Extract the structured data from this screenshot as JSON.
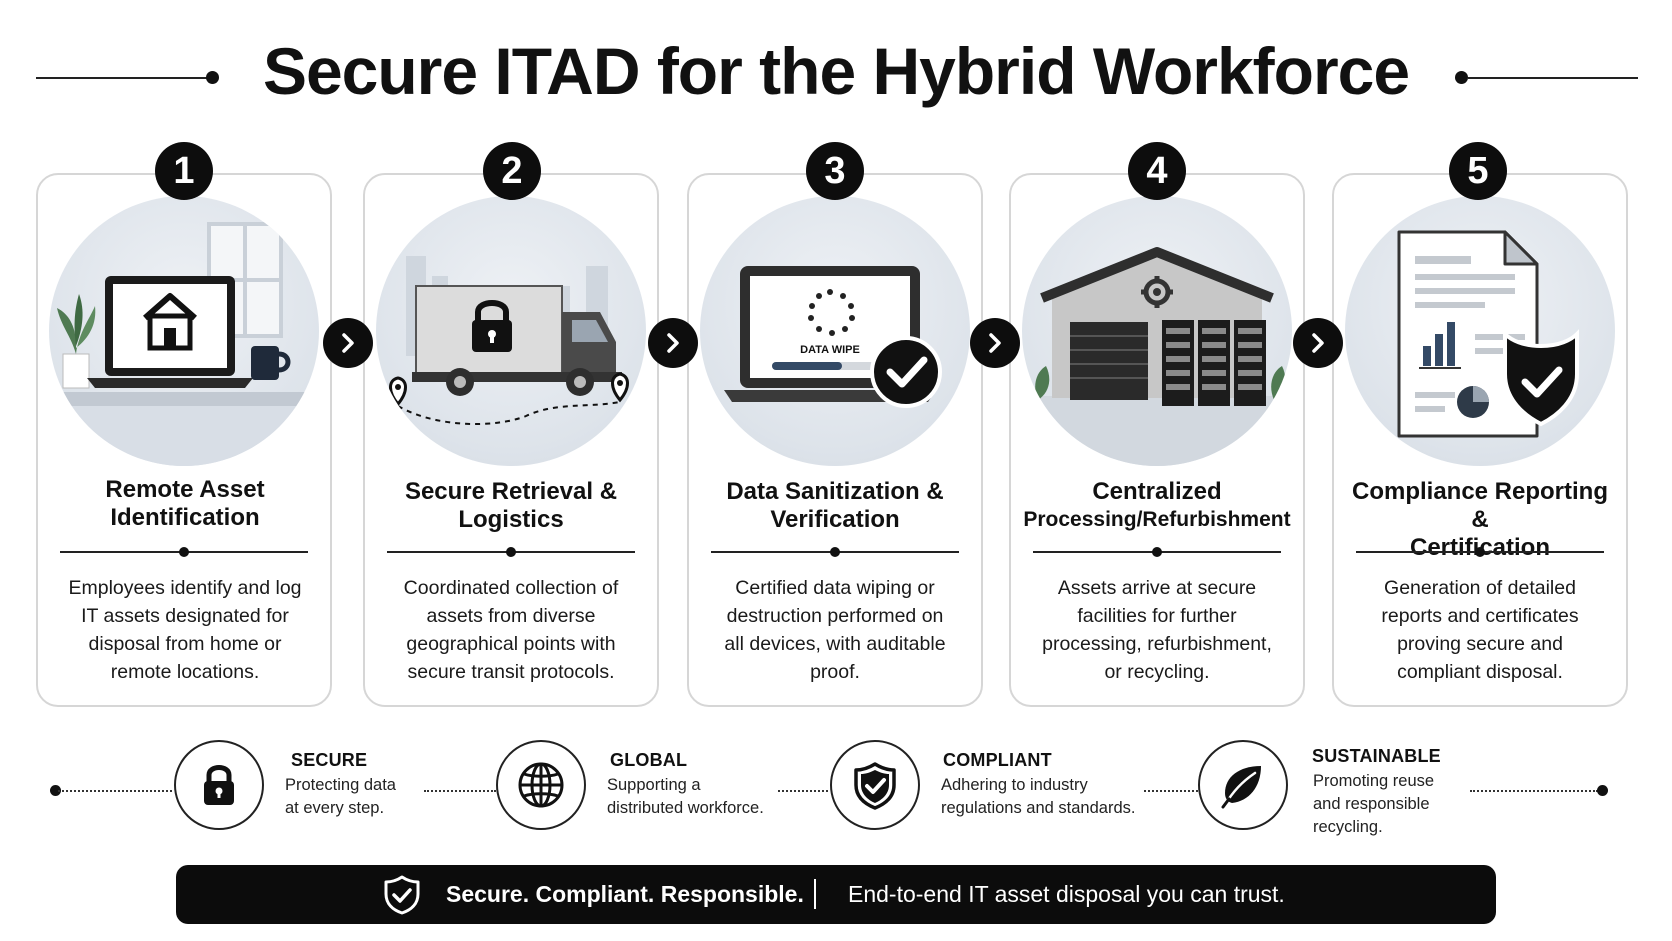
{
  "title": "Secure ITAD for the Hybrid Workforce",
  "steps": [
    {
      "number": "1",
      "title_lines": [
        "Remote Asset",
        "Identification"
      ],
      "desc_lines": [
        "Employees identify and log",
        "IT assets designated for",
        "disposal from home or",
        "remote locations."
      ]
    },
    {
      "number": "2",
      "title_lines": [
        "Secure Retrieval &",
        "Logistics"
      ],
      "desc_lines": [
        "Coordinated collection of",
        "assets from diverse",
        "geographical points with",
        "secure transit protocols."
      ]
    },
    {
      "number": "3",
      "title_lines": [
        "Data Sanitization &",
        "Verification"
      ],
      "desc_lines": [
        "Certified data wiping or",
        "destruction performed on",
        "all devices, with auditable",
        "proof."
      ],
      "screen_label": "DATA WIPE"
    },
    {
      "number": "4",
      "title_lines": [
        "Centralized",
        "Processing/Refurbishment"
      ],
      "desc_lines": [
        "Assets arrive at secure",
        "facilities for further",
        "processing, refurbishment,",
        "or recycling."
      ]
    },
    {
      "number": "5",
      "title_lines": [
        "Compliance Reporting &",
        "Certification"
      ],
      "desc_lines": [
        "Generation of detailed",
        "reports and certificates",
        "proving secure and",
        "compliant disposal."
      ]
    }
  ],
  "features": [
    {
      "title": "SECURE",
      "desc_lines": [
        "Protecting data",
        "at every step."
      ],
      "icon": "lock-icon"
    },
    {
      "title": "GLOBAL",
      "desc_lines": [
        "Supporting a",
        "distributed workforce."
      ],
      "icon": "globe-icon"
    },
    {
      "title": "COMPLIANT",
      "desc_lines": [
        "Adhering to industry",
        "regulations and standards."
      ],
      "icon": "shield-check-icon"
    },
    {
      "title": "SUSTAINABLE",
      "desc_lines": [
        "Promoting reuse",
        "and responsible",
        "recycling."
      ],
      "icon": "leaf-icon"
    }
  ],
  "banner": {
    "strong": "Secure. Compliant. Responsible.",
    "text": "End-to-end IT asset disposal you can trust."
  },
  "colors": {
    "ink": "#0d0d0d",
    "card_border": "#d6d6d6",
    "illustration_bg": "#dde3ea"
  }
}
